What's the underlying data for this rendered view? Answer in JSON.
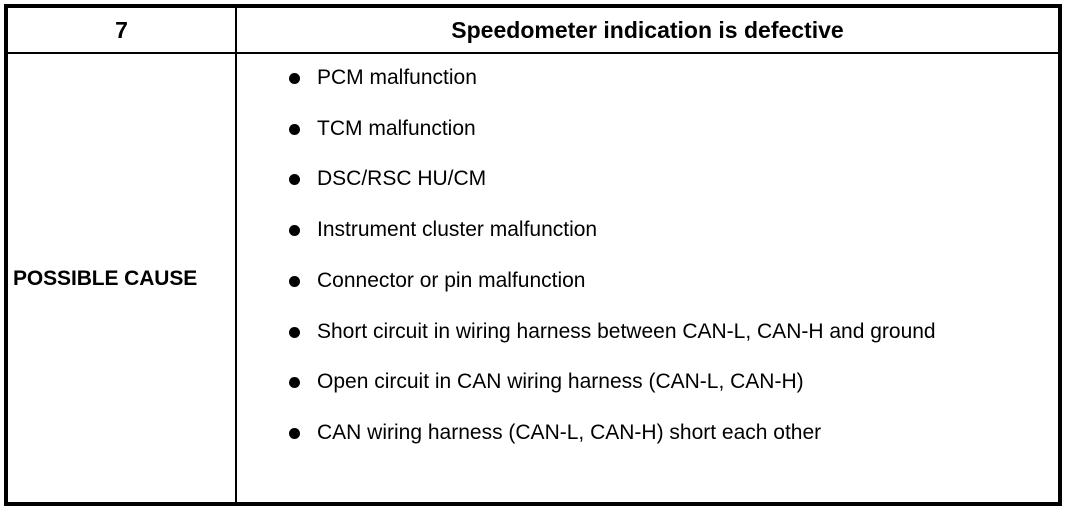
{
  "table": {
    "header": {
      "index": "7",
      "title": "Speedometer indication is defective"
    },
    "body": {
      "row_label": "POSSIBLE CAUSE",
      "causes": [
        "PCM malfunction",
        "TCM malfunction",
        "DSC/RSC HU/CM",
        "Instrument cluster malfunction",
        "Connector or pin malfunction",
        "Short circuit in wiring harness between CAN-L, CAN-H and ground",
        "Open circuit in CAN wiring harness (CAN-L, CAN-H)",
        "CAN wiring harness (CAN-L, CAN-H) short each other"
      ]
    }
  },
  "colors": {
    "border": "#000000",
    "text": "#000000",
    "background": "#ffffff"
  }
}
